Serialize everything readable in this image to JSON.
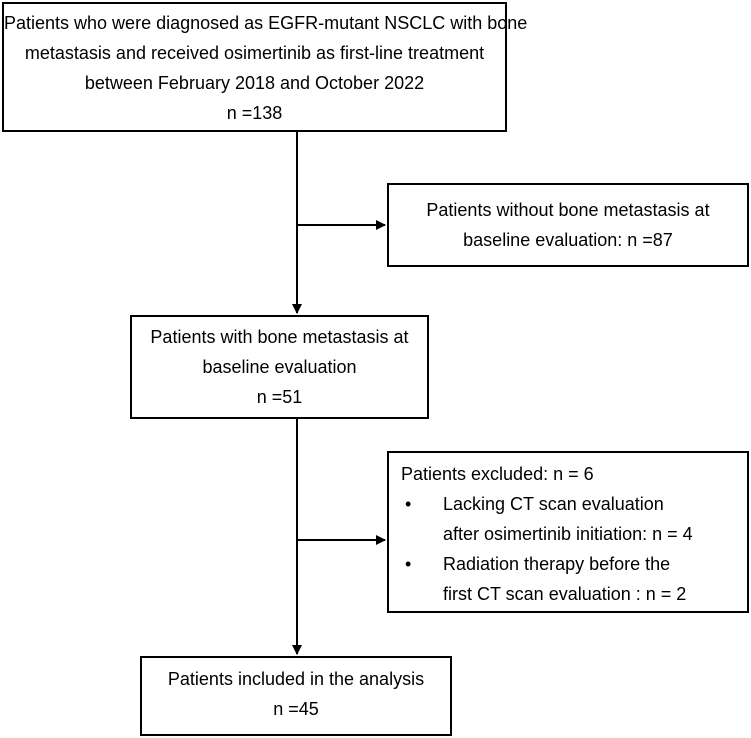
{
  "flowchart": {
    "box_screening": {
      "lines": [
        "Patients who were diagnosed as EGFR-mutant NSCLC with bone",
        "metastasis and received osimertinib as first-line treatment",
        "between February 2018 and October 2022",
        "n =138"
      ]
    },
    "box_no_bone_mets": {
      "lines": [
        "Patients without bone metastasis at",
        "baseline evaluation: n =87"
      ]
    },
    "box_bone_mets": {
      "lines": [
        "Patients with bone metastasis at",
        "baseline evaluation",
        "n =51"
      ]
    },
    "box_excluded": {
      "title": "Patients excluded: n = 6",
      "items": [
        {
          "bullet": "•",
          "lines": [
            "Lacking CT scan evaluation",
            "after osimertinib initiation: n = 4"
          ]
        },
        {
          "bullet": "•",
          "lines": [
            "Radiation therapy before the",
            "first CT scan evaluation : n = 2"
          ]
        }
      ]
    },
    "box_included": {
      "lines": [
        "Patients included in the analysis",
        "n =45"
      ]
    }
  }
}
